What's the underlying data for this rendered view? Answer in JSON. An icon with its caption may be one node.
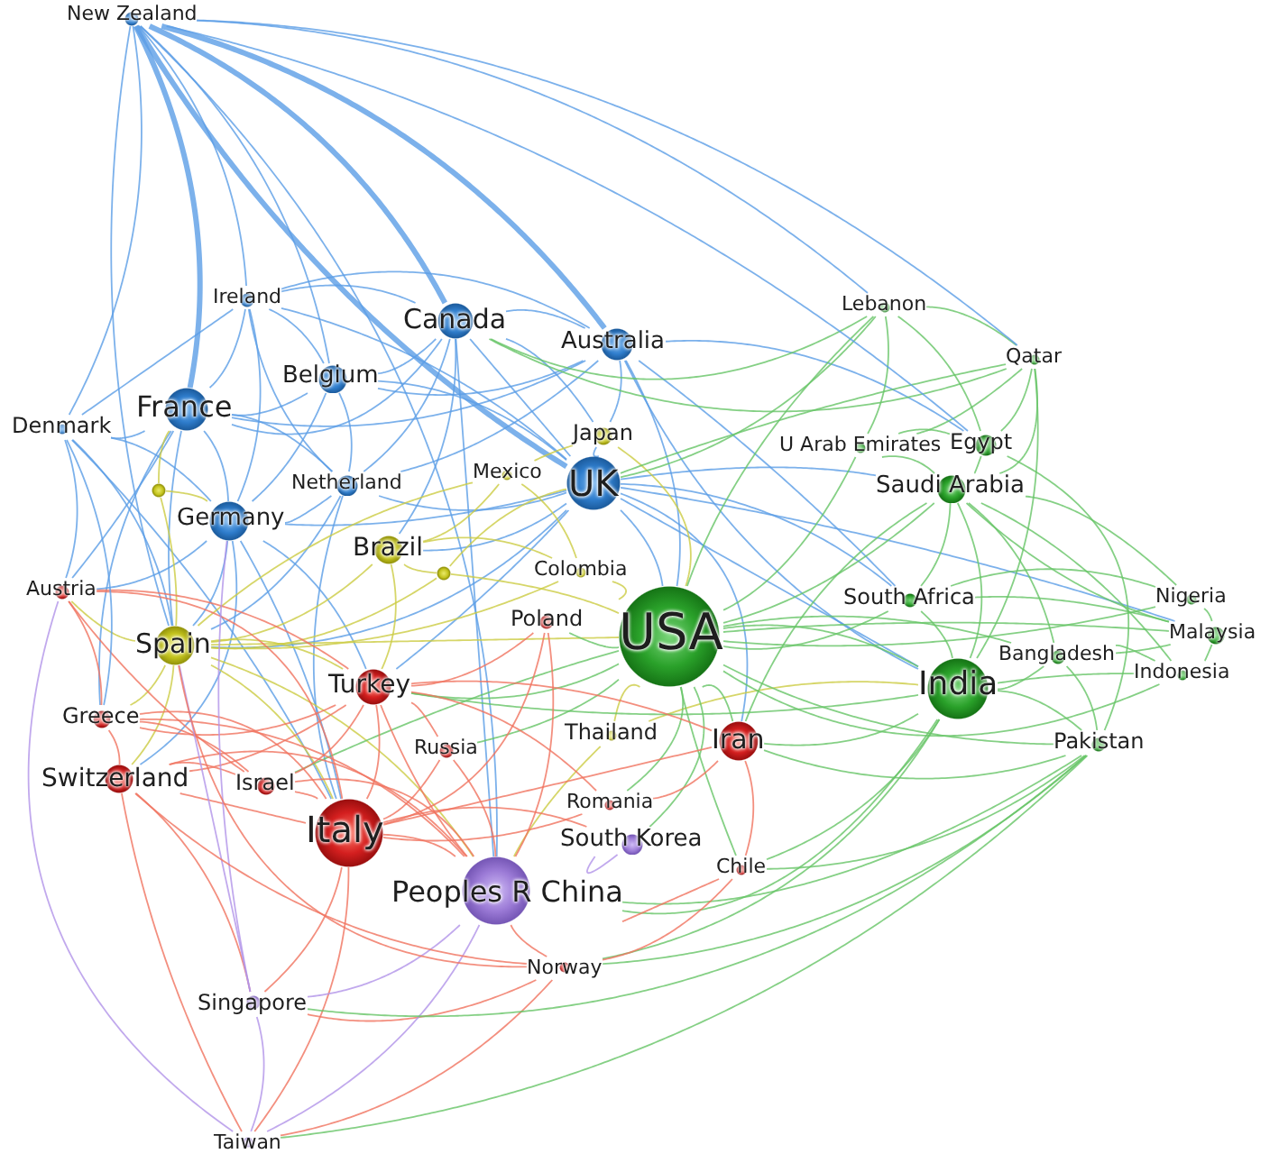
{
  "diagram": {
    "nodes": [
      {
        "text": [
          "New Zealand"
        ]
      },
      {
        "text": [
          "Ireland"
        ]
      },
      {
        "text": [
          "Canada"
        ]
      },
      {
        "text": [
          "Lebanon"
        ]
      },
      {
        "text": [
          "Australia"
        ]
      },
      {
        "text": [
          "Qatar"
        ]
      },
      {
        "text": [
          "Belgium"
        ]
      },
      {
        "text": [
          "France"
        ]
      },
      {
        "text": [
          "Denmark"
        ]
      },
      {
        "text": [
          "Japan"
        ]
      },
      {
        "text": [
          "U Arab Emirates"
        ]
      },
      {
        "text": [
          "Egypt"
        ]
      },
      {
        "text": [
          "Mexico"
        ]
      },
      {
        "text": [
          "UK"
        ]
      },
      {
        "text": [
          "Saudi Arabia"
        ]
      },
      {
        "text": [
          "Netherland"
        ]
      },
      {
        "text": [
          "Germany"
        ]
      },
      {
        "text": [
          "Brazil"
        ]
      },
      {
        "text": [
          "Colombia"
        ]
      },
      {
        "text": [
          "Austria"
        ]
      },
      {
        "text": [
          "Poland"
        ]
      },
      {
        "text": [
          "South Africa"
        ]
      },
      {
        "text": [
          "USA"
        ]
      },
      {
        "text": [
          "Nigeria"
        ]
      },
      {
        "text": [
          "Malaysia"
        ]
      },
      {
        "text": [
          "Spain"
        ]
      },
      {
        "text": [
          "Bangladesh"
        ]
      },
      {
        "text": [
          "Indonesia"
        ]
      },
      {
        "text": [
          "India"
        ]
      },
      {
        "text": [
          "Turkey"
        ]
      },
      {
        "text": [
          "Greece"
        ]
      },
      {
        "text": [
          "Thailand"
        ]
      },
      {
        "text": [
          "Iran"
        ]
      },
      {
        "text": [
          "Pakistan"
        ]
      },
      {
        "text": [
          "Russia"
        ]
      },
      {
        "text": [
          "Switzerland"
        ]
      },
      {
        "text": [
          "Israel"
        ]
      },
      {
        "text": [
          "Romania"
        ]
      },
      {
        "text": [
          "Italy"
        ]
      },
      {
        "text": [
          "South Korea"
        ]
      },
      {
        "text": [
          "Chile"
        ]
      },
      {
        "text": [
          "Peoples R China"
        ]
      },
      {
        "text": [
          "Norway"
        ]
      },
      {
        "text": [
          "Singapore"
        ]
      },
      {
        "text": [
          "Taiwan"
        ]
      },
      {
        "text": [],
        "shape": "circle"
      },
      {
        "text": [],
        "shape": "circle"
      }
    ],
    "edges": [
      {
        "from": 0,
        "to": 1,
        "arrow": "none"
      },
      {
        "from": 0,
        "to": 2,
        "arrow": "none",
        "style": "thick"
      },
      {
        "from": 0,
        "to": 4,
        "arrow": "none",
        "style": "thick"
      },
      {
        "from": 0,
        "to": 6,
        "arrow": "none"
      },
      {
        "from": 0,
        "to": 7,
        "arrow": "none",
        "style": "thick"
      },
      {
        "from": 0,
        "to": 13,
        "arrow": "none",
        "style": "thick"
      },
      {
        "from": 0,
        "to": 25,
        "arrow": "none"
      },
      {
        "from": 0,
        "to": 41,
        "arrow": "none"
      },
      {
        "from": 1,
        "to": 2,
        "arrow": "none"
      },
      {
        "from": 1,
        "to": 4,
        "arrow": "none"
      },
      {
        "from": 1,
        "to": 6,
        "arrow": "none"
      },
      {
        "from": 1,
        "to": 7,
        "arrow": "none"
      },
      {
        "from": 1,
        "to": 13,
        "arrow": "none"
      },
      {
        "from": 1,
        "to": 15,
        "arrow": "none"
      },
      {
        "from": 1,
        "to": 16,
        "arrow": "none"
      },
      {
        "from": 1,
        "to": 8,
        "arrow": "none"
      },
      {
        "from": 2,
        "to": 4,
        "arrow": "none"
      },
      {
        "from": 2,
        "to": 6,
        "arrow": "none"
      },
      {
        "from": 2,
        "to": 7,
        "arrow": "none"
      },
      {
        "from": 2,
        "to": 13,
        "arrow": "none"
      },
      {
        "from": 2,
        "to": 15,
        "arrow": "none"
      },
      {
        "from": 2,
        "to": 41,
        "arrow": "none"
      },
      {
        "from": 2,
        "to": 9,
        "arrow": "none"
      },
      {
        "from": 2,
        "to": 17,
        "arrow": "none"
      },
      {
        "from": 4,
        "to": 6,
        "arrow": "none"
      },
      {
        "from": 4,
        "to": 7,
        "arrow": "none"
      },
      {
        "from": 4,
        "to": 15,
        "arrow": "none"
      },
      {
        "from": 4,
        "to": 22,
        "arrow": "none"
      },
      {
        "from": 4,
        "to": 28,
        "arrow": "none"
      },
      {
        "from": 4,
        "to": 11,
        "arrow": "none"
      },
      {
        "from": 4,
        "to": 9,
        "arrow": "none"
      },
      {
        "from": 4,
        "to": 21,
        "arrow": "none"
      },
      {
        "from": 6,
        "to": 7,
        "arrow": "none"
      },
      {
        "from": 6,
        "to": 13,
        "arrow": "none"
      },
      {
        "from": 6,
        "to": 15,
        "arrow": "none"
      },
      {
        "from": 6,
        "to": 16,
        "arrow": "none"
      },
      {
        "from": 7,
        "to": 8,
        "arrow": "none"
      },
      {
        "from": 7,
        "to": 15,
        "arrow": "none"
      },
      {
        "from": 7,
        "to": 16,
        "arrow": "none"
      },
      {
        "from": 7,
        "to": 25,
        "arrow": "none"
      },
      {
        "from": 7,
        "to": 19,
        "arrow": "none"
      },
      {
        "from": 7,
        "to": 30,
        "arrow": "none"
      },
      {
        "from": 8,
        "to": 16,
        "arrow": "none"
      },
      {
        "from": 8,
        "to": 38,
        "arrow": "none"
      },
      {
        "from": 8,
        "to": 25,
        "arrow": "none"
      },
      {
        "from": 13,
        "to": 15,
        "arrow": "none"
      },
      {
        "from": 13,
        "to": 16,
        "arrow": "none"
      },
      {
        "from": 13,
        "to": 22,
        "arrow": "none"
      },
      {
        "from": 13,
        "to": 28,
        "arrow": "none"
      },
      {
        "from": 13,
        "to": 14,
        "arrow": "none"
      },
      {
        "from": 13,
        "to": 25,
        "arrow": "none"
      },
      {
        "from": 13,
        "to": 29,
        "arrow": "none"
      },
      {
        "from": 13,
        "to": 32,
        "arrow": "none"
      },
      {
        "from": 13,
        "to": 17,
        "arrow": "none"
      },
      {
        "from": 13,
        "to": 9,
        "arrow": "none"
      },
      {
        "from": 13,
        "to": 21,
        "arrow": "none"
      },
      {
        "from": 13,
        "to": 24,
        "arrow": "none"
      },
      {
        "from": 15,
        "to": 16,
        "arrow": "none"
      },
      {
        "from": 15,
        "to": 38,
        "arrow": "none"
      },
      {
        "from": 15,
        "to": 25,
        "arrow": "none"
      },
      {
        "from": 16,
        "to": 38,
        "arrow": "none"
      },
      {
        "from": 16,
        "to": 25,
        "arrow": "none"
      },
      {
        "from": 16,
        "to": 19,
        "arrow": "none"
      },
      {
        "from": 16,
        "to": 35,
        "arrow": "none"
      },
      {
        "from": 16,
        "to": 29,
        "arrow": "none"
      },
      {
        "from": 9,
        "to": 22,
        "arrow": "none",
        "color": "#cccc44"
      },
      {
        "from": 9,
        "to": 12,
        "arrow": "none",
        "color": "#cccc44"
      },
      {
        "from": 12,
        "to": 17,
        "arrow": "none",
        "color": "#cccc44"
      },
      {
        "from": 12,
        "to": 25,
        "arrow": "none",
        "color": "#cccc44"
      },
      {
        "from": 12,
        "to": 18,
        "arrow": "none",
        "color": "#cccc44"
      },
      {
        "from": 17,
        "to": 25,
        "arrow": "none",
        "color": "#cccc44"
      },
      {
        "from": 17,
        "to": 18,
        "arrow": "none",
        "color": "#cccc44"
      },
      {
        "from": 17,
        "to": 29,
        "arrow": "none",
        "color": "#cccc44"
      },
      {
        "from": 18,
        "to": 22,
        "arrow": "none",
        "color": "#cccc44"
      },
      {
        "from": 18,
        "to": 25,
        "arrow": "none",
        "color": "#cccc44"
      },
      {
        "from": 25,
        "to": 22,
        "arrow": "none",
        "color": "#cccc44"
      },
      {
        "from": 25,
        "to": 38,
        "arrow": "none",
        "color": "#cccc44"
      },
      {
        "from": 25,
        "to": 19,
        "arrow": "none",
        "color": "#cccc44"
      },
      {
        "from": 25,
        "to": 30,
        "arrow": "none",
        "color": "#cccc44"
      },
      {
        "from": 25,
        "to": 35,
        "arrow": "none",
        "color": "#cccc44"
      },
      {
        "from": 25,
        "to": 29,
        "arrow": "none",
        "color": "#cccc44"
      },
      {
        "from": 25,
        "to": 41,
        "arrow": "none",
        "color": "#cccc44"
      },
      {
        "from": 31,
        "to": 22,
        "arrow": "none",
        "color": "#cccc44"
      },
      {
        "from": 31,
        "to": 41,
        "arrow": "none",
        "color": "#cccc44"
      },
      {
        "from": 31,
        "to": 28,
        "arrow": "none",
        "color": "#cccc44"
      },
      {
        "from": 45,
        "to": 25,
        "arrow": "none",
        "color": "#cccc44"
      },
      {
        "from": 45,
        "to": 16,
        "arrow": "none",
        "color": "#cccc44"
      },
      {
        "from": 45,
        "to": 7,
        "arrow": "none",
        "color": "#cccc44"
      },
      {
        "from": 46,
        "to": 22,
        "arrow": "none",
        "color": "#cccc44"
      },
      {
        "from": 46,
        "to": 17,
        "arrow": "none",
        "color": "#cccc44"
      },
      {
        "from": 46,
        "to": 25,
        "arrow": "none",
        "color": "#cccc44"
      },
      {
        "from": 46,
        "to": 13,
        "arrow": "none",
        "color": "#cccc44"
      },
      {
        "from": 3,
        "to": 11,
        "arrow": "none",
        "color": "#66c466"
      },
      {
        "from": 3,
        "to": 10,
        "arrow": "none",
        "color": "#66c466"
      },
      {
        "from": 3,
        "to": 22,
        "arrow": "none",
        "color": "#66c466"
      },
      {
        "from": 3,
        "to": 5,
        "arrow": "none",
        "color": "#66c466"
      },
      {
        "from": 5,
        "to": 14,
        "arrow": "none",
        "color": "#66c466"
      },
      {
        "from": 5,
        "to": 11,
        "arrow": "none",
        "color": "#66c466"
      },
      {
        "from": 5,
        "to": 28,
        "arrow": "none",
        "color": "#66c466"
      },
      {
        "from": 5,
        "to": 10,
        "arrow": "none",
        "color": "#66c466"
      },
      {
        "from": 10,
        "to": 14,
        "arrow": "none",
        "color": "#66c466"
      },
      {
        "from": 10,
        "to": 11,
        "arrow": "none",
        "color": "#66c466"
      },
      {
        "from": 10,
        "to": 22,
        "arrow": "none",
        "color": "#66c466"
      },
      {
        "from": 11,
        "to": 14,
        "arrow": "none",
        "color": "#66c466"
      },
      {
        "from": 11,
        "to": 33,
        "arrow": "none",
        "color": "#66c466"
      },
      {
        "from": 14,
        "to": 22,
        "arrow": "none",
        "color": "#66c466"
      },
      {
        "from": 14,
        "to": 28,
        "arrow": "none",
        "color": "#66c466"
      },
      {
        "from": 14,
        "to": 21,
        "arrow": "none",
        "color": "#66c466"
      },
      {
        "from": 14,
        "to": 23,
        "arrow": "none",
        "color": "#66c466"
      },
      {
        "from": 14,
        "to": 24,
        "arrow": "none",
        "color": "#66c466"
      },
      {
        "from": 14,
        "to": 26,
        "arrow": "none",
        "color": "#66c466"
      },
      {
        "from": 14,
        "to": 27,
        "arrow": "none",
        "color": "#66c466"
      },
      {
        "from": 14,
        "to": 32,
        "arrow": "none",
        "color": "#66c466"
      },
      {
        "from": 21,
        "to": 22,
        "arrow": "none",
        "color": "#66c466"
      },
      {
        "from": 21,
        "to": 28,
        "arrow": "none",
        "color": "#66c466"
      },
      {
        "from": 21,
        "to": 23,
        "arrow": "none",
        "color": "#66c466"
      },
      {
        "from": 21,
        "to": 24,
        "arrow": "none",
        "color": "#66c466"
      },
      {
        "from": 22,
        "to": 28,
        "arrow": "none",
        "color": "#66c466"
      },
      {
        "from": 22,
        "to": 32,
        "arrow": "none",
        "color": "#66c466"
      },
      {
        "from": 22,
        "to": 29,
        "arrow": "none",
        "color": "#66c466"
      },
      {
        "from": 22,
        "to": 20,
        "arrow": "none",
        "color": "#66c466"
      },
      {
        "from": 22,
        "to": 39,
        "arrow": "none",
        "color": "#66c466"
      },
      {
        "from": 22,
        "to": 40,
        "arrow": "none",
        "color": "#66c466"
      },
      {
        "from": 22,
        "to": 33,
        "arrow": "none",
        "color": "#66c466"
      },
      {
        "from": 22,
        "to": 26,
        "arrow": "none",
        "color": "#66c466"
      },
      {
        "from": 22,
        "to": 24,
        "arrow": "none",
        "color": "#66c466"
      },
      {
        "from": 22,
        "to": 36,
        "arrow": "none",
        "color": "#66c466"
      },
      {
        "from": 22,
        "to": 34,
        "arrow": "none",
        "color": "#66c466"
      },
      {
        "from": 22,
        "to": 37,
        "arrow": "none",
        "color": "#66c466"
      },
      {
        "from": 23,
        "to": 24,
        "arrow": "none",
        "color": "#66c466"
      },
      {
        "from": 24,
        "to": 26,
        "arrow": "none",
        "color": "#66c466"
      },
      {
        "from": 24,
        "to": 27,
        "arrow": "none",
        "color": "#66c466"
      },
      {
        "from": 26,
        "to": 28,
        "arrow": "none",
        "color": "#66c466"
      },
      {
        "from": 26,
        "to": 33,
        "arrow": "none",
        "color": "#66c466"
      },
      {
        "from": 26,
        "to": 27,
        "arrow": "none",
        "color": "#66c466"
      },
      {
        "from": 28,
        "to": 33,
        "arrow": "none",
        "color": "#66c466"
      },
      {
        "from": 28,
        "to": 41,
        "arrow": "none",
        "color": "#66c466"
      },
      {
        "from": 28,
        "to": 32,
        "arrow": "none",
        "color": "#66c466"
      },
      {
        "from": 28,
        "to": 29,
        "arrow": "none",
        "color": "#66c466"
      },
      {
        "from": 28,
        "to": 27,
        "arrow": "none",
        "color": "#66c466"
      },
      {
        "from": 28,
        "to": 40,
        "arrow": "none",
        "color": "#66c466"
      },
      {
        "from": 28,
        "to": 42,
        "arrow": "none",
        "color": "#66c466"
      },
      {
        "from": 33,
        "to": 41,
        "arrow": "none",
        "color": "#66c466"
      },
      {
        "from": 33,
        "to": 32,
        "arrow": "none",
        "color": "#66c466"
      },
      {
        "from": 33,
        "to": 40,
        "arrow": "none",
        "color": "#66c466"
      },
      {
        "from": 33,
        "to": 42,
        "arrow": "none",
        "color": "#66c466"
      },
      {
        "from": 33,
        "to": 44,
        "arrow": "none",
        "color": "#66c466"
      },
      {
        "from": 19,
        "to": 30,
        "arrow": "none",
        "color": "#f0735f"
      },
      {
        "from": 19,
        "to": 38,
        "arrow": "none",
        "color": "#f0735f"
      },
      {
        "from": 19,
        "to": 29,
        "arrow": "none",
        "color": "#f0735f"
      },
      {
        "from": 19,
        "to": 36,
        "arrow": "none",
        "color": "#f0735f"
      },
      {
        "from": 20,
        "to": 38,
        "arrow": "none",
        "color": "#f0735f"
      },
      {
        "from": 20,
        "to": 29,
        "arrow": "none",
        "color": "#f0735f"
      },
      {
        "from": 20,
        "to": 41,
        "arrow": "none",
        "color": "#f0735f"
      },
      {
        "from": 29,
        "to": 38,
        "arrow": "none",
        "color": "#f0735f"
      },
      {
        "from": 29,
        "to": 32,
        "arrow": "none",
        "color": "#f0735f"
      },
      {
        "from": 29,
        "to": 41,
        "arrow": "none",
        "color": "#f0735f"
      },
      {
        "from": 29,
        "to": 30,
        "arrow": "none",
        "color": "#f0735f"
      },
      {
        "from": 29,
        "to": 35,
        "arrow": "none",
        "color": "#f0735f"
      },
      {
        "from": 29,
        "to": 36,
        "arrow": "none",
        "color": "#f0735f"
      },
      {
        "from": 29,
        "to": 34,
        "arrow": "none",
        "color": "#f0735f"
      },
      {
        "from": 29,
        "to": 37,
        "arrow": "none",
        "color": "#f0735f"
      },
      {
        "from": 30,
        "to": 38,
        "arrow": "none",
        "color": "#f0735f"
      },
      {
        "from": 30,
        "to": 35,
        "arrow": "none",
        "color": "#f0735f"
      },
      {
        "from": 30,
        "to": 36,
        "arrow": "none",
        "color": "#f0735f"
      },
      {
        "from": 30,
        "to": 41,
        "arrow": "none",
        "color": "#f0735f"
      },
      {
        "from": 32,
        "to": 38,
        "arrow": "none",
        "color": "#f0735f"
      },
      {
        "from": 32,
        "to": 40,
        "arrow": "none",
        "color": "#f0735f"
      },
      {
        "from": 32,
        "to": 37,
        "arrow": "none",
        "color": "#f0735f"
      },
      {
        "from": 34,
        "to": 38,
        "arrow": "none",
        "color": "#f0735f"
      },
      {
        "from": 34,
        "to": 41,
        "arrow": "none",
        "color": "#f0735f"
      },
      {
        "from": 35,
        "to": 38,
        "arrow": "none",
        "color": "#f0735f"
      },
      {
        "from": 35,
        "to": 41,
        "arrow": "none",
        "color": "#f0735f"
      },
      {
        "from": 35,
        "to": 36,
        "arrow": "none",
        "color": "#f0735f"
      },
      {
        "from": 35,
        "to": 43,
        "arrow": "none",
        "color": "#f0735f"
      },
      {
        "from": 35,
        "to": 44,
        "arrow": "none",
        "color": "#f0735f"
      },
      {
        "from": 36,
        "to": 38,
        "arrow": "none",
        "color": "#f0735f"
      },
      {
        "from": 36,
        "to": 41,
        "arrow": "none",
        "color": "#f0735f"
      },
      {
        "from": 37,
        "to": 38,
        "arrow": "none",
        "color": "#f0735f"
      },
      {
        "from": 38,
        "to": 41,
        "arrow": "none",
        "color": "#f0735f"
      },
      {
        "from": 38,
        "to": 39,
        "arrow": "none",
        "color": "#f0735f"
      },
      {
        "from": 38,
        "to": 43,
        "arrow": "none",
        "color": "#f0735f"
      },
      {
        "from": 38,
        "to": 44,
        "arrow": "none",
        "color": "#f0735f"
      },
      {
        "from": 40,
        "to": 41,
        "arrow": "none",
        "color": "#f0735f"
      },
      {
        "from": 40,
        "to": 42,
        "arrow": "none",
        "color": "#f0735f"
      },
      {
        "from": 42,
        "to": 41,
        "arrow": "none",
        "color": "#f0735f"
      },
      {
        "from": 42,
        "to": 43,
        "arrow": "none",
        "color": "#f0735f"
      },
      {
        "from": 42,
        "to": 44,
        "arrow": "none",
        "color": "#f0735f"
      },
      {
        "from": 39,
        "to": 41,
        "arrow": "none",
        "color": "#b294e8"
      },
      {
        "from": 41,
        "to": 43,
        "arrow": "none",
        "color": "#b294e8"
      },
      {
        "from": 41,
        "to": 44,
        "arrow": "none",
        "color": "#b294e8"
      },
      {
        "from": 43,
        "to": 44,
        "arrow": "none",
        "color": "#b294e8"
      },
      {
        "from": 43,
        "to": 25,
        "arrow": "none",
        "color": "#b294e8"
      },
      {
        "from": 43,
        "to": 16,
        "arrow": "none",
        "color": "#b294e8"
      },
      {
        "from": 44,
        "to": 19,
        "arrow": "none",
        "color": "#b294e8"
      },
      {
        "from": 33,
        "to": 43,
        "arrow": "none",
        "color": "#66c466"
      },
      {
        "from": 42,
        "to": 35,
        "arrow": "none",
        "color": "#f0735f"
      },
      {
        "from": 42,
        "to": 25,
        "arrow": "none",
        "color": "#f0735f"
      },
      {
        "from": 27,
        "to": 22,
        "arrow": "none",
        "color": "#66c466"
      },
      {
        "from": 23,
        "to": 22,
        "arrow": "none",
        "color": "#66c466"
      },
      {
        "from": 5,
        "to": 13,
        "arrow": "none",
        "color": "#66c466"
      },
      {
        "from": 3,
        "to": 13,
        "arrow": "none",
        "color": "#66c466"
      },
      {
        "from": 3,
        "to": 2,
        "arrow": "none",
        "color": "#66c466"
      },
      {
        "from": 5,
        "to": 2,
        "arrow": "none",
        "color": "#66c466"
      },
      {
        "from": 0,
        "to": 3,
        "arrow": "none"
      },
      {
        "from": 0,
        "to": 5,
        "arrow": "none"
      },
      {
        "from": 0,
        "to": 11,
        "arrow": "none"
      },
      {
        "from": 8,
        "to": 19,
        "arrow": "none"
      },
      {
        "from": 8,
        "to": 30,
        "arrow": "none"
      },
      {
        "from": 0,
        "to": 8,
        "arrow": "none"
      }
    ]
  }
}
